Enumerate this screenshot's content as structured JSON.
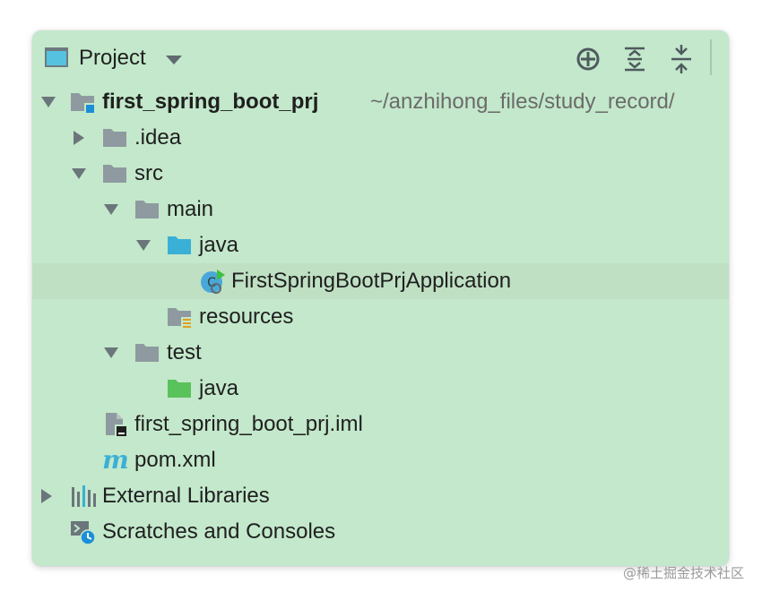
{
  "header": {
    "title": "Project",
    "icon": "project-window-icon",
    "actions": [
      {
        "name": "select-opened-file-button",
        "icon": "crosshair-icon"
      },
      {
        "name": "expand-all-button",
        "icon": "expand-all-icon"
      },
      {
        "name": "collapse-all-button",
        "icon": "collapse-all-icon"
      }
    ]
  },
  "tree": {
    "root": {
      "label": "first_spring_boot_prj",
      "path": "~/anzhihong_files/study_record/"
    },
    "idea": {
      "label": ".idea"
    },
    "src": {
      "label": "src"
    },
    "main": {
      "label": "main"
    },
    "main_java": {
      "label": "java"
    },
    "app_class": {
      "label": "FirstSpringBootPrjApplication"
    },
    "resources": {
      "label": "resources"
    },
    "test": {
      "label": "test"
    },
    "test_java": {
      "label": "java"
    },
    "iml": {
      "label": "first_spring_boot_prj.iml"
    },
    "pom": {
      "label": "pom.xml"
    },
    "external_libraries": {
      "label": "External Libraries"
    },
    "scratches": {
      "label": "Scratches and Consoles"
    }
  },
  "colors": {
    "panel_bg": "#c3e8cb",
    "folder_gray": "#8e9aa0",
    "source_folder_blue": "#3bb0d6",
    "test_folder_green": "#59c25a",
    "maven_blue": "#3bb0d6"
  },
  "watermark": "@稀土掘金技术社区"
}
